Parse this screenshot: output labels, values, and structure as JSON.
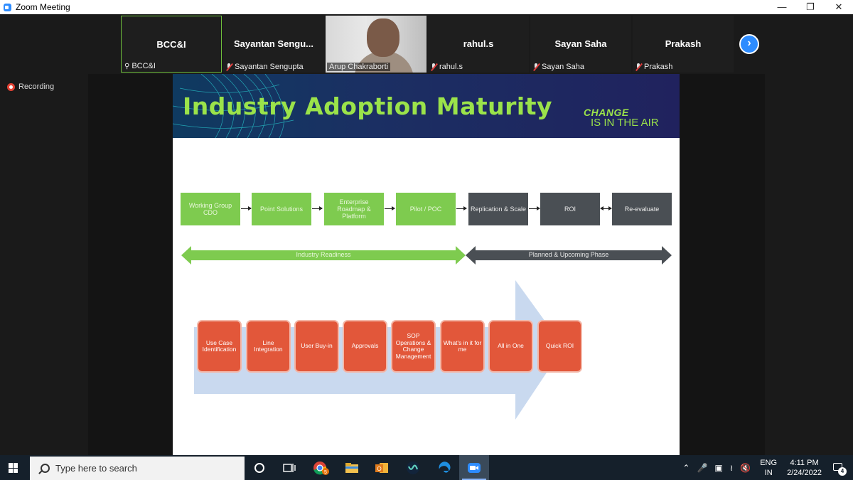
{
  "window": {
    "title": "Zoom Meeting",
    "controls": {
      "minimize": "—",
      "restore": "❐",
      "close": "✕"
    }
  },
  "participants": [
    {
      "display_name": "BCC&I",
      "caption": "BCC&I",
      "state": "pinned",
      "active": true
    },
    {
      "display_name": "Sayantan  Sengu...",
      "caption": "Sayantan Sengupta",
      "state": "muted"
    },
    {
      "display_name": "",
      "caption": "Arup Chakraborti",
      "state": "video"
    },
    {
      "display_name": "rahul.s",
      "caption": "rahul.s",
      "state": "muted"
    },
    {
      "display_name": "Sayan Saha",
      "caption": "Sayan Saha",
      "state": "muted"
    },
    {
      "display_name": "Prakash",
      "caption": "Prakash",
      "state": "muted"
    }
  ],
  "next_page_icon": "chevron-right-icon",
  "recording": {
    "label": "Recording"
  },
  "slide": {
    "title": "Industry Adoption Maturity",
    "logo": {
      "line1": "CHANGE",
      "line2": "IS IN THE AIR"
    },
    "steps": [
      {
        "label": "Working Group CDO",
        "color": "#7ecb4f"
      },
      {
        "label": "Point Solutions",
        "color": "#7ecb4f"
      },
      {
        "label": "Enterprise Roadmap & Platform",
        "color": "#7ecb4f"
      },
      {
        "label": "Pilot / POC",
        "color": "#7ecb4f"
      },
      {
        "label": "Replication & Scale",
        "color": "#4a4f54"
      },
      {
        "label": "ROI",
        "color": "#4a4f54"
      },
      {
        "label": "Re-evaluate",
        "color": "#4a4f54"
      }
    ],
    "bands": [
      {
        "label": "Industry Readiness",
        "color": "#7ecb4f"
      },
      {
        "label": "Planned & Upcoming Phase",
        "color": "#4a4f54"
      }
    ],
    "cards": [
      "Use Case Identification",
      "Line Integration",
      "User Buy-in",
      "Approvals",
      "SOP Operations & Change Management",
      "What's in it for me",
      "All in One",
      "Quick ROI"
    ],
    "colors": {
      "header_bg": "#1b2f63",
      "title": "#9be34a",
      "card": "#e2573a",
      "big_arrow": "#c9d9ef"
    }
  },
  "taskbar": {
    "search_placeholder": "Type here to search",
    "pinned_icons": [
      "cortana-icon",
      "task-view-icon",
      "chrome-icon",
      "file-explorer-icon",
      "outlook-icon",
      "webex-icon",
      "edge-icon",
      "zoom-icon"
    ],
    "chrome_badge": "5",
    "tray": {
      "lang_line1": "ENG",
      "lang_line2": "IN",
      "time": "4:11 PM",
      "date": "2/24/2022",
      "notifications": "4"
    }
  }
}
